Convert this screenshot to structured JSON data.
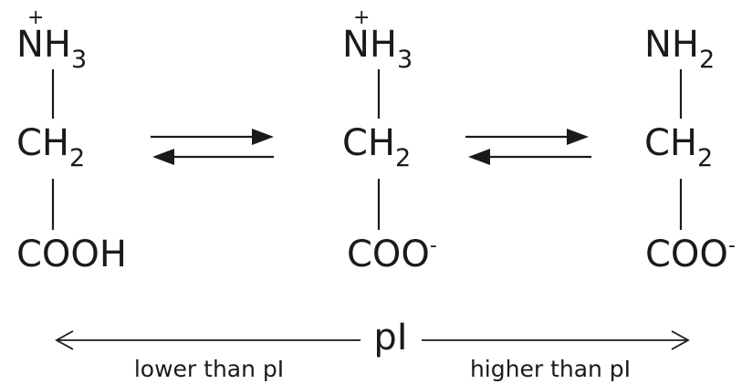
{
  "structures": [
    {
      "top": {
        "plus": "+",
        "main": "NH",
        "sub": "3"
      },
      "mid": {
        "main": "CH",
        "sub": "2"
      },
      "bottom": {
        "main": "COOH",
        "sup": ""
      }
    },
    {
      "top": {
        "plus": "+",
        "main": "NH",
        "sub": "3"
      },
      "mid": {
        "main": "CH",
        "sub": "2"
      },
      "bottom": {
        "main": "COO",
        "sup": "-"
      }
    },
    {
      "top": {
        "plus": "",
        "main": "NH",
        "sub": "2"
      },
      "mid": {
        "main": "CH",
        "sub": "2"
      },
      "bottom": {
        "main": "COO",
        "sup": "-"
      }
    }
  ],
  "scale": {
    "center": "pI",
    "left": "lower than pI",
    "right": "higher than pI"
  }
}
